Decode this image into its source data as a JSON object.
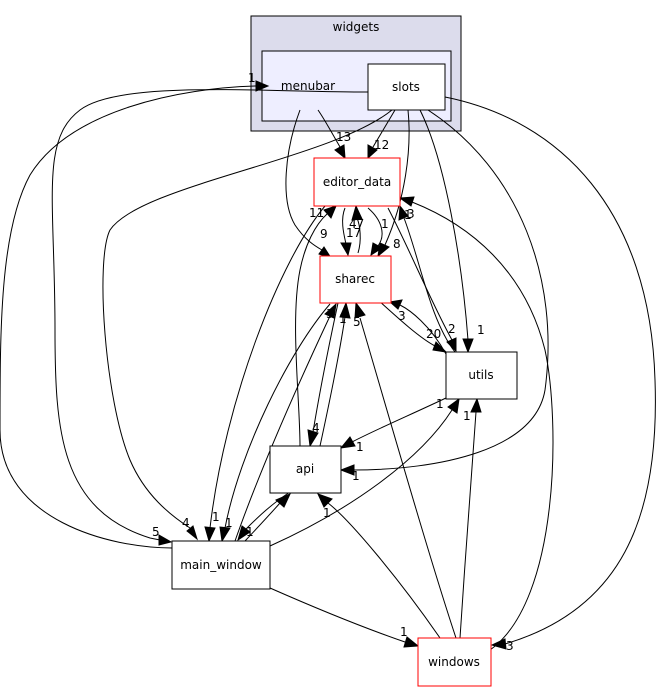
{
  "clusters": {
    "outer": "widgets",
    "inner": ""
  },
  "nodes": {
    "menubar": "menubar",
    "slots": "slots",
    "editor_data": "editor_data",
    "sharec": "sharec",
    "utils": "utils",
    "api": "api",
    "main_window": "main_window",
    "windows": "windows"
  },
  "colors": {
    "cluster_outer_fill": "#dcdcec",
    "cluster_outer_stroke": "#000000",
    "cluster_inner_fill": "#eeeeff",
    "normal_node_stroke": "#000000",
    "highlight_node_stroke": "#ff0000",
    "node_fill": "#ffffff"
  },
  "edge_labels": {
    "main_window_to_menubar": "1",
    "main_window_to_slots": "5",
    "slots_to_main_window": "4",
    "menubar_to_editor_data": "13",
    "slots_to_editor_data": "12",
    "editor_data_back_to_sharec": "1",
    "sharec_to_editor_data": "47",
    "editor_data_to_sharec": "17",
    "menubar_to_sharec": "9",
    "slots_to_sharec": "3",
    "utils_to_editor_data": "8",
    "api_to_editor_data": "11",
    "sharec_to_utils": "20",
    "slots_to_utils": "1",
    "editor_data_to_utils": "2",
    "utils_to_sharec": "3",
    "main_window_to_sharec": "3",
    "api_to_sharec": "1",
    "windows_to_sharec": "5",
    "sharec_to_api": "4",
    "utils_to_api": "1",
    "slots_to_api": "1",
    "editor_data_to_main_window": "1",
    "sharec_to_main_window": "1",
    "main_window_to_utils": "1",
    "windows_to_utils": "1",
    "api_to_main_window": "1",
    "main_window_to_windows": "1",
    "slots_to_windows": "3",
    "windows_to_editor_data": "1",
    "windows_to_api": "1"
  }
}
